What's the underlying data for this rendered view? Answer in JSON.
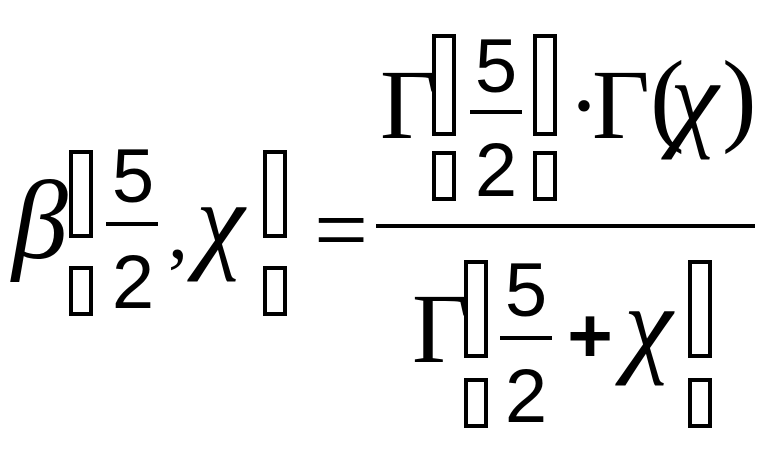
{
  "formula": {
    "lhs": {
      "function_symbol": "β",
      "numerator": "5",
      "denominator": "2",
      "separator": ",",
      "variable": "χ"
    },
    "equals": "=",
    "rhs": {
      "numerator": {
        "gamma1": "Γ",
        "frac_numerator": "5",
        "frac_denominator": "2",
        "dot": "·",
        "gamma2": "Γ",
        "open_paren": "(",
        "variable": "χ",
        "close_paren": ")"
      },
      "denominator": {
        "gamma": "Γ",
        "frac_numerator": "5",
        "frac_denominator": "2",
        "plus": "+",
        "variable": "χ"
      }
    }
  },
  "colors": {
    "ink": "#000000",
    "background": "#ffffff"
  }
}
